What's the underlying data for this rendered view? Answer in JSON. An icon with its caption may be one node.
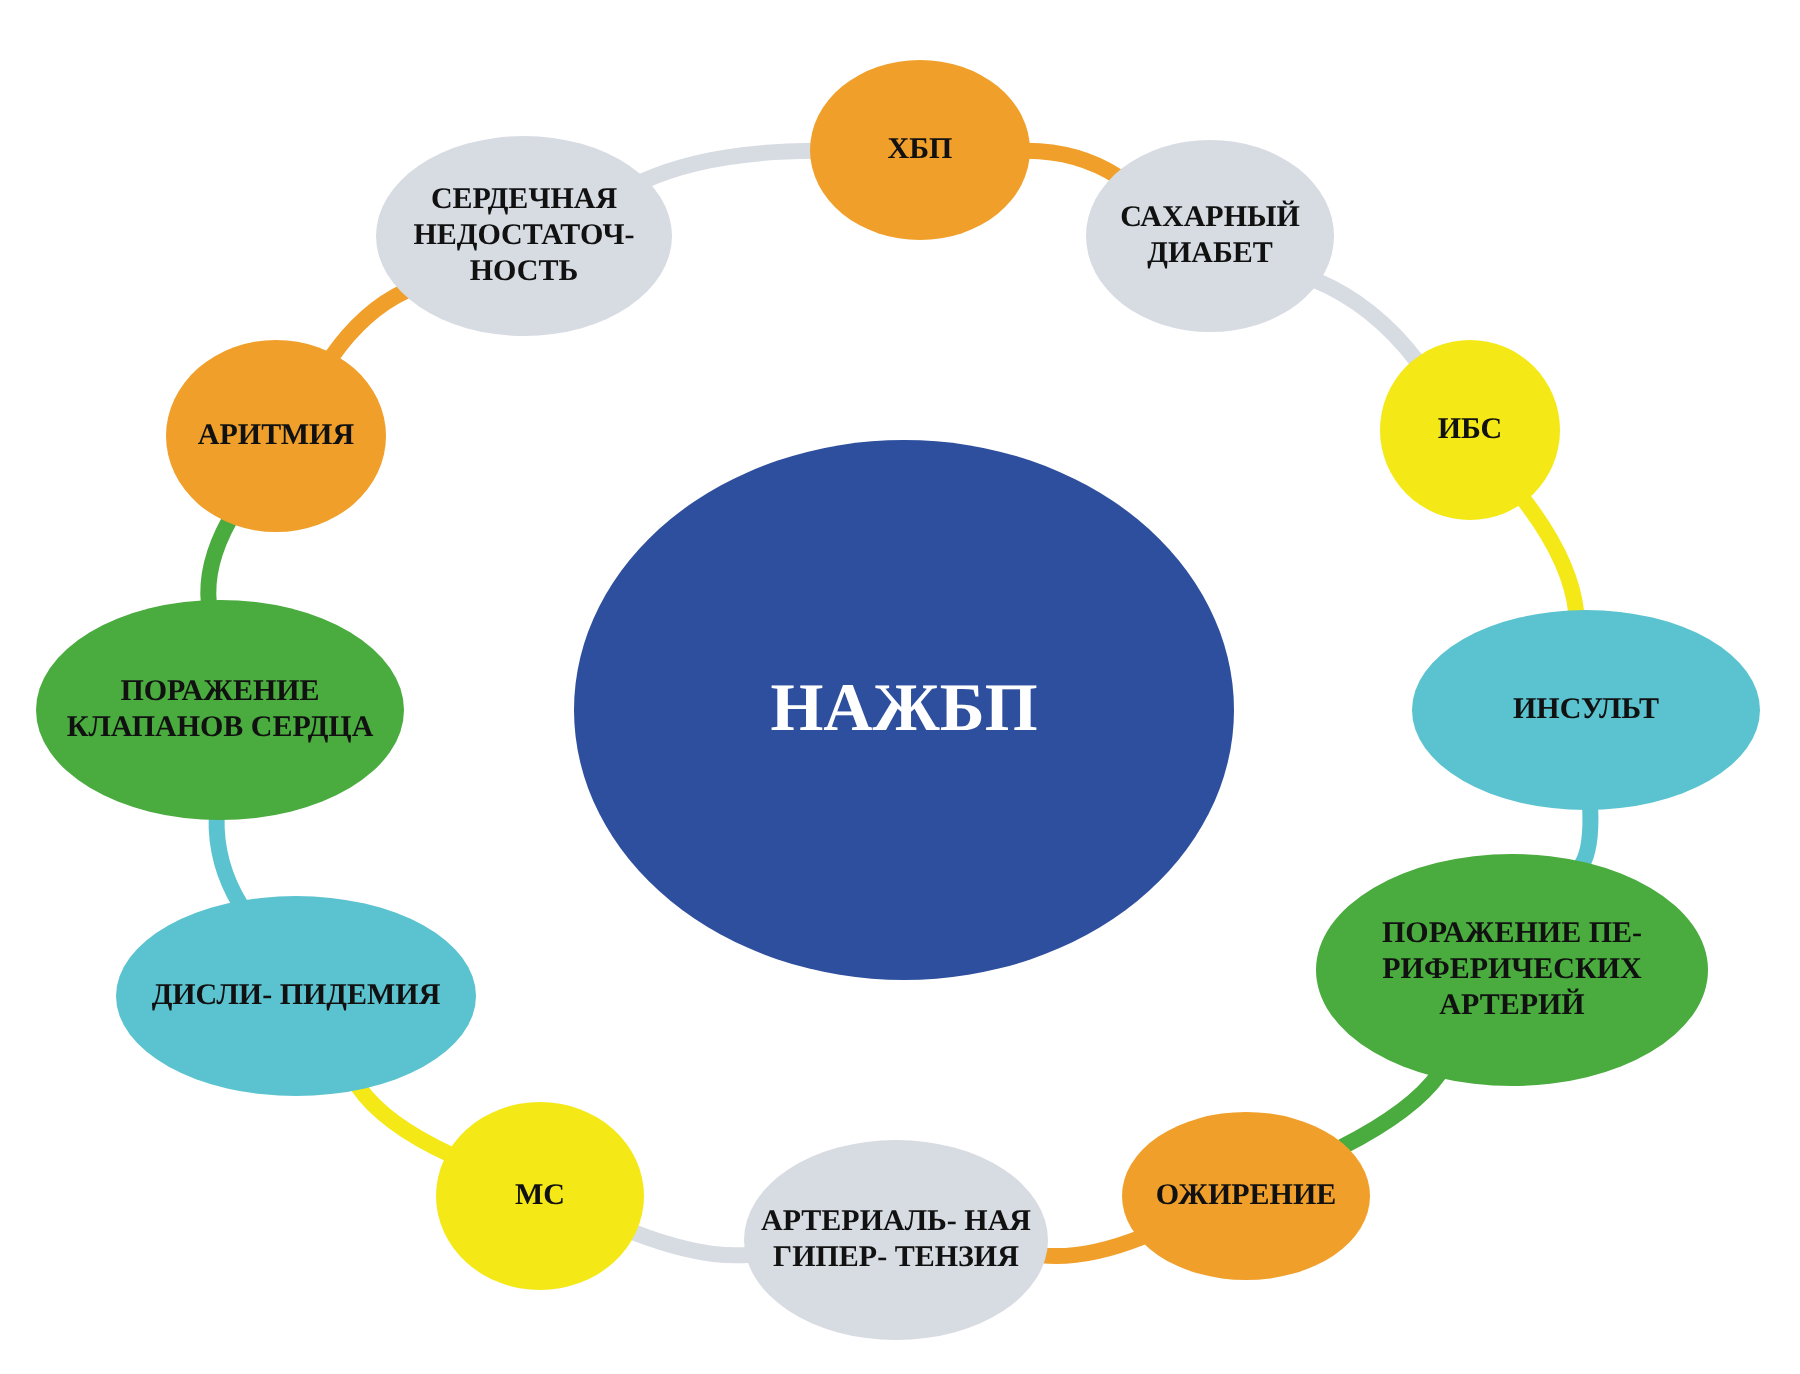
{
  "diagram": {
    "nodes": [
      {
        "text": [
          "НАЖБП"
        ]
      },
      {
        "text": [
          "ХБП"
        ]
      },
      {
        "text": [
          "САХАРНЫЙ ДИАБЕТ"
        ]
      },
      {
        "text": [
          "ИБС"
        ]
      },
      {
        "text": [
          "ИНСУЛЬТ"
        ]
      },
      {
        "text": [
          "ПОРАЖЕНИЕ ПЕ- РИФЕРИЧЕСКИХ АРТЕРИЙ"
        ]
      },
      {
        "text": [
          "ОЖИРЕНИЕ"
        ]
      },
      {
        "text": [
          "АРТЕРИАЛЬ- НАЯ ГИПЕР- ТЕНЗИЯ"
        ]
      },
      {
        "text": [
          "МС"
        ]
      },
      {
        "text": [
          "ДИСЛИ- ПИДЕМИЯ"
        ]
      },
      {
        "text": [
          "ПОРАЖЕНИЕ КЛАПАНОВ СЕРДЦА"
        ]
      },
      {
        "text": [
          "АРИТМИЯ"
        ]
      },
      {
        "text": [
          "СЕРДЕЧНАЯ НЕДОСТАТОЧ- НОСТЬ"
        ]
      }
    ],
    "edges": [
      {
        "from": 1,
        "to": 2,
        "arrow": "none",
        "color": "#f0a02a"
      },
      {
        "from": 2,
        "to": 3,
        "arrow": "none",
        "color": "#d7dbe2"
      },
      {
        "from": 3,
        "to": 4,
        "arrow": "none",
        "color": "#f4e816"
      },
      {
        "from": 4,
        "to": 5,
        "arrow": "none",
        "color": "#5bc3d0"
      },
      {
        "from": 5,
        "to": 6,
        "arrow": "none",
        "color": "#4aab3e"
      },
      {
        "from": 6,
        "to": 7,
        "arrow": "none",
        "color": "#f0a02a"
      },
      {
        "from": 7,
        "to": 8,
        "arrow": "none",
        "color": "#d7dbe2"
      },
      {
        "from": 8,
        "to": 9,
        "arrow": "none",
        "color": "#f4e816"
      },
      {
        "from": 9,
        "to": 10,
        "arrow": "none",
        "color": "#5bc3d0"
      },
      {
        "from": 10,
        "to": 11,
        "arrow": "none",
        "color": "#4aab3e"
      },
      {
        "from": 11,
        "to": 12,
        "arrow": "none",
        "color": "#f0a02a"
      },
      {
        "from": 12,
        "to": 1,
        "arrow": "none",
        "color": "#d7dbe2"
      }
    ]
  }
}
